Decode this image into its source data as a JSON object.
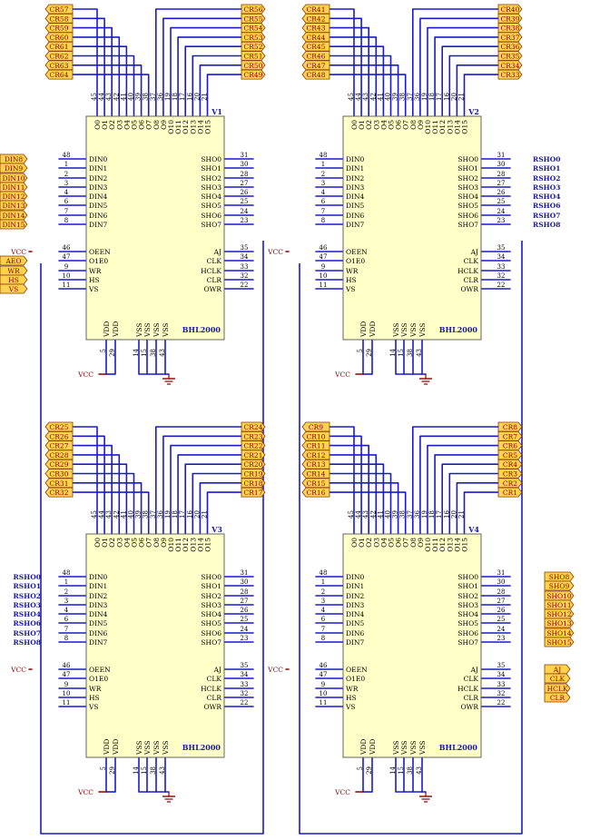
{
  "colors": {
    "wire": "#1a1acc",
    "chip_fill": "#ffffc8",
    "label_fill": "#ffd34d",
    "label_text": "#8b0000",
    "net_text": "#1a1aa0",
    "ground": "#8b0000"
  },
  "chip_common": {
    "part": "BHL2000",
    "top_pins": [
      "O0",
      "O1",
      "O2",
      "O3",
      "O4",
      "O5",
      "O6",
      "O7",
      "O8",
      "O9",
      "O10",
      "O11",
      "O12",
      "O13",
      "O14",
      "O15"
    ],
    "top_pin_numbers": [
      "45",
      "44",
      "43",
      "42",
      "41",
      "40",
      "39",
      "38",
      "37",
      "36",
      "19",
      "18",
      "17",
      "16",
      "20",
      "21"
    ],
    "left_pins": [
      "DIN0",
      "DIN1",
      "DIN2",
      "DIN3",
      "DIN4",
      "DIN5",
      "DIN6",
      "DIN7",
      "OEEN",
      "O1E0",
      "WR",
      "HS",
      "VS"
    ],
    "left_pin_numbers": [
      "48",
      "1",
      "2",
      "3",
      "4",
      "6",
      "7",
      "8",
      "46",
      "47",
      "9",
      "10",
      "11"
    ],
    "right_pins": [
      "SHO0",
      "SHO1",
      "SHO2",
      "SHO3",
      "SHO4",
      "SHO5",
      "SHO6",
      "SHO7",
      "AJ",
      "CLK",
      "HCLK",
      "CLR",
      "OWR"
    ],
    "right_pin_numbers": [
      "31",
      "30",
      "28",
      "27",
      "26",
      "25",
      "24",
      "23",
      "35",
      "34",
      "33",
      "32",
      "22"
    ],
    "bottom_pins": [
      "VDD",
      "VDD",
      "VSS",
      "VSS",
      "VSS",
      "VSS"
    ],
    "bottom_pin_numbers": [
      "5",
      "29",
      "14",
      "15",
      "38",
      "43"
    ],
    "power_label": "VCC"
  },
  "chips": [
    {
      "id": "V1",
      "top_labels": [
        "CR57",
        "CR58",
        "CR59",
        "CR60",
        "CR61",
        "CR62",
        "CR63",
        "CR64",
        "CR56",
        "CR55",
        "CR54",
        "CR53",
        "CR52",
        "CR51",
        "CR50",
        "CR49"
      ],
      "left_inputs": [
        "DIN8",
        "DIN9",
        "DIN10",
        "DIN11",
        "DIN12",
        "DIN13",
        "DIN14",
        "DIN15"
      ],
      "left_input_style": "box",
      "left_ctrl": [
        "VCC",
        "AEO",
        "WR",
        "HS",
        "VS"
      ],
      "right_outputs": []
    },
    {
      "id": "V2",
      "top_labels": [
        "CR41",
        "CR42",
        "CR43",
        "CR44",
        "CR45",
        "CR46",
        "CR47",
        "CR48",
        "CR40",
        "CR39",
        "CR38",
        "CR37",
        "CR36",
        "CR35",
        "CR34",
        "CR33"
      ],
      "left_inputs": [],
      "left_ctrl": [
        "VCC"
      ],
      "right_outputs": [
        "RSHO0",
        "RSHO1",
        "RSHO2",
        "RSHO3",
        "RSHO4",
        "RSHO6",
        "RSHO7",
        "RSHO8"
      ],
      "right_output_style": "text"
    },
    {
      "id": "V3",
      "top_labels": [
        "CR25",
        "CR26",
        "CR27",
        "CR28",
        "CR29",
        "CR30",
        "CR31",
        "CR32",
        "CR24",
        "CR23",
        "CR22",
        "CR21",
        "CR20",
        "CR19",
        "CR18",
        "CR17"
      ],
      "left_inputs": [
        "RSHO0",
        "RSHO1",
        "RSHO2",
        "RSHO3",
        "RSHO4",
        "RSHO6",
        "RSHO7",
        "RSHO8"
      ],
      "left_input_style": "text",
      "left_ctrl": [
        "VCC"
      ],
      "right_outputs": []
    },
    {
      "id": "V4",
      "top_labels": [
        "CR9",
        "CR10",
        "CR11",
        "CR12",
        "CR13",
        "CR14",
        "CR15",
        "CR16",
        "CR8",
        "CR7",
        "CR6",
        "CR5",
        "CR4",
        "CR3",
        "CR2",
        "CR1"
      ],
      "left_inputs": [],
      "left_ctrl": [
        "VCC"
      ],
      "right_outputs": [
        "SHO8",
        "SHO9",
        "SHO10",
        "SHO11",
        "SHO12",
        "SHO13",
        "SHO14",
        "SHO15"
      ],
      "right_output_style": "box",
      "right_ctrl": [
        "AJ",
        "CLK",
        "HCLK",
        "CLR"
      ]
    }
  ]
}
